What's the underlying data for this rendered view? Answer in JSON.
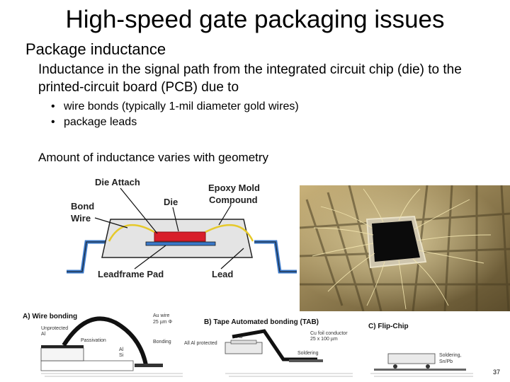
{
  "title": "High-speed gate packaging issues",
  "section": "Package inductance",
  "body": "Inductance in the signal path from the integrated circuit chip (die) to the printed-circuit board (PCB) due to",
  "bullets": [
    "wire bonds (typically 1-mil diameter gold wires)",
    "package leads"
  ],
  "geometry_note": "Amount of inductance varies with geometry",
  "package_diagram": {
    "die_attach": "Die Attach",
    "epoxy_1": "Epoxy Mold",
    "epoxy_2": "Compound",
    "bond_1": "Bond",
    "bond_2": "Wire",
    "die": "Die",
    "leadframe_pad": "Leadframe Pad",
    "lead": "Lead"
  },
  "bonding": {
    "a_title": "A)  Wire bonding",
    "a_au_wire_1": "Au wire",
    "a_au_wire_2": "25 µm Φ",
    "a_unprotected_1": "Unprotected",
    "a_unprotected_2": "Al",
    "a_passivation": "Passivation",
    "a_bonding": "Bonding",
    "a_al": "Al",
    "a_si": "Si",
    "b_title": "B)  Tape Automated bonding (TAB)",
    "b_cu_1": "Cu foil conductor",
    "b_cu_2": "25 x 100 µm",
    "b_au": "Au",
    "b_all_al": "All Al protected",
    "b_soldering": "Soldering",
    "c_title": "C)  Flip-Chip",
    "c_soldering_1": "Soldering,",
    "c_soldering_2": "Sn/Pb"
  },
  "page_number": "37",
  "colors": {
    "die_red": "#d81e2a",
    "lead_blue": "#3a78c8",
    "bond_wire_yellow": "#e6c92a",
    "package_grey": "#e4e4e4"
  }
}
